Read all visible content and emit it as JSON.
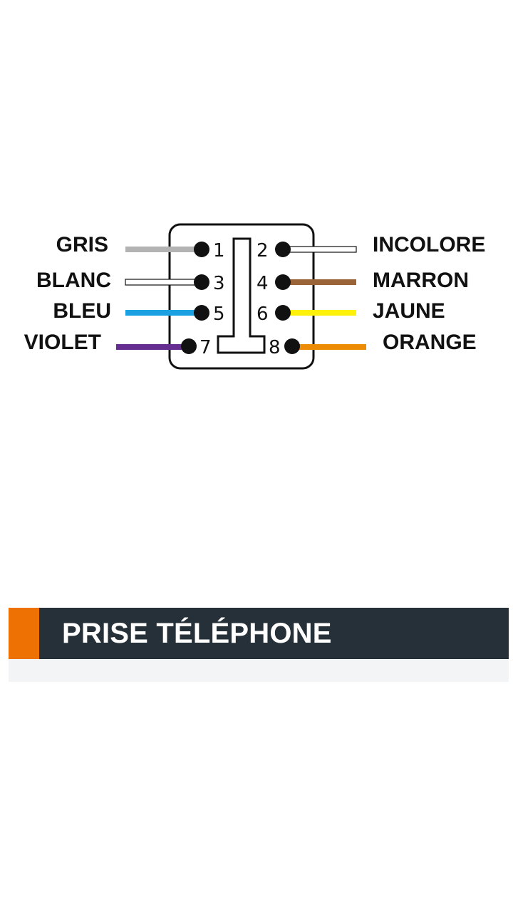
{
  "pins": [
    {
      "num": "1",
      "label": "GRIS",
      "color": "#b3b3b3"
    },
    {
      "num": "2",
      "label": "INCOLORE",
      "color": "#ffffff"
    },
    {
      "num": "3",
      "label": "BLANC",
      "color": "#ffffff"
    },
    {
      "num": "4",
      "label": "MARRON",
      "color": "#9a6438"
    },
    {
      "num": "5",
      "label": "BLEU",
      "color": "#1ba1e2"
    },
    {
      "num": "6",
      "label": "JAUNE",
      "color": "#fff10a"
    },
    {
      "num": "7",
      "label": "VIOLET",
      "color": "#662d91"
    },
    {
      "num": "8",
      "label": "ORANGE",
      "color": "#ec8b05"
    }
  ],
  "title": "PRISE TÉLÉPHONE",
  "colors": {
    "title_bar": "#263039",
    "title_accent": "#ee7203",
    "title_under": "#f3f4f6"
  }
}
